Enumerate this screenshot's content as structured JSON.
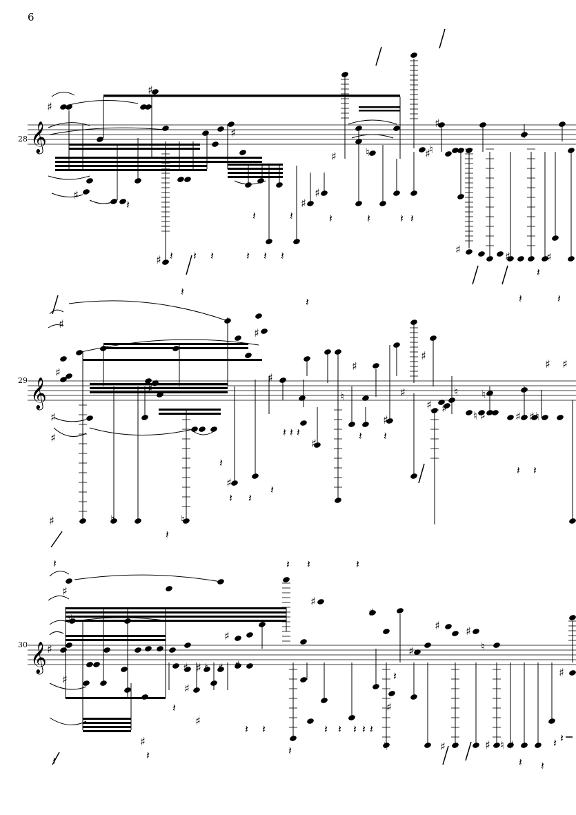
{
  "page": {
    "number": "6"
  },
  "systems": [
    {
      "measure": "28"
    },
    {
      "measure": "29"
    },
    {
      "measure": "30"
    }
  ],
  "notation": {
    "clef": "treble-clef-icon",
    "sharp_symbol": "♯",
    "natural_symbol": "♮",
    "rest_symbol": "𝄽"
  }
}
